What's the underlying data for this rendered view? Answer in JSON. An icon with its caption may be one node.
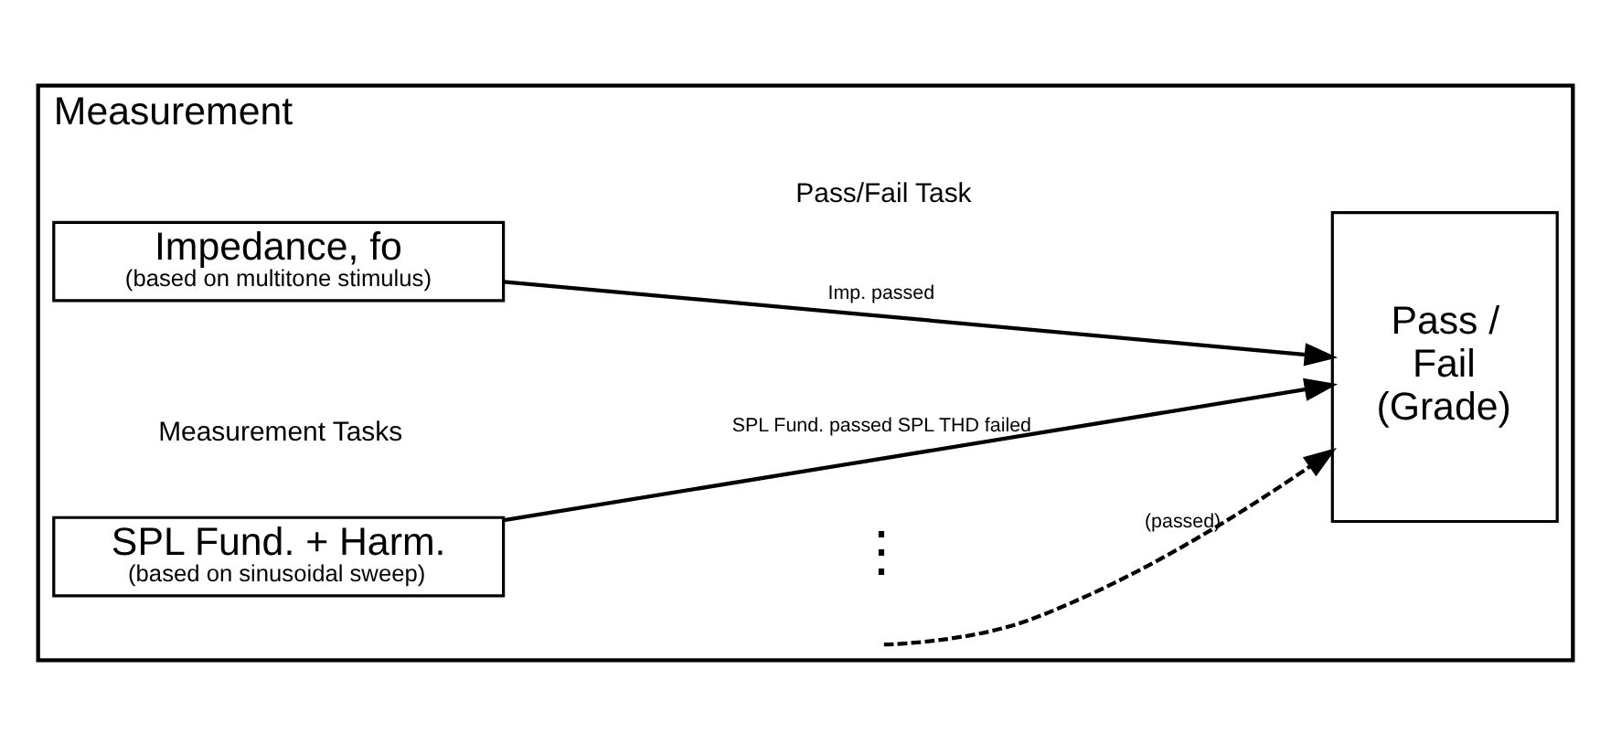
{
  "diagram": {
    "nodes": [
      {
        "text": [
          "Measurement"
        ]
      },
      {
        "text": [
          "Impedance, fo",
          "(based on multitone stimulus)"
        ],
        "in": 0
      },
      {
        "text": [
          "SPL Fund. + Harm.",
          "(based on sinusoidal sweep)"
        ],
        "in": 0
      },
      {
        "text": [
          "Pass / Fail (Grade)"
        ],
        "in": 0
      }
    ],
    "edges": [
      {
        "from": 1,
        "to": 3,
        "arrow": "to",
        "label": "Imp. passed"
      },
      {
        "from": 2,
        "to": 3,
        "arrow": "to",
        "label": "SPL Fund. passed SPL THD failed"
      },
      {
        "from": null,
        "to": 3,
        "arrow": "to",
        "label": "(passed)",
        "style": "dashed"
      }
    ],
    "labels": [
      "Measurement Tasks",
      "Pass/Fail Task",
      "⋮"
    ]
  }
}
